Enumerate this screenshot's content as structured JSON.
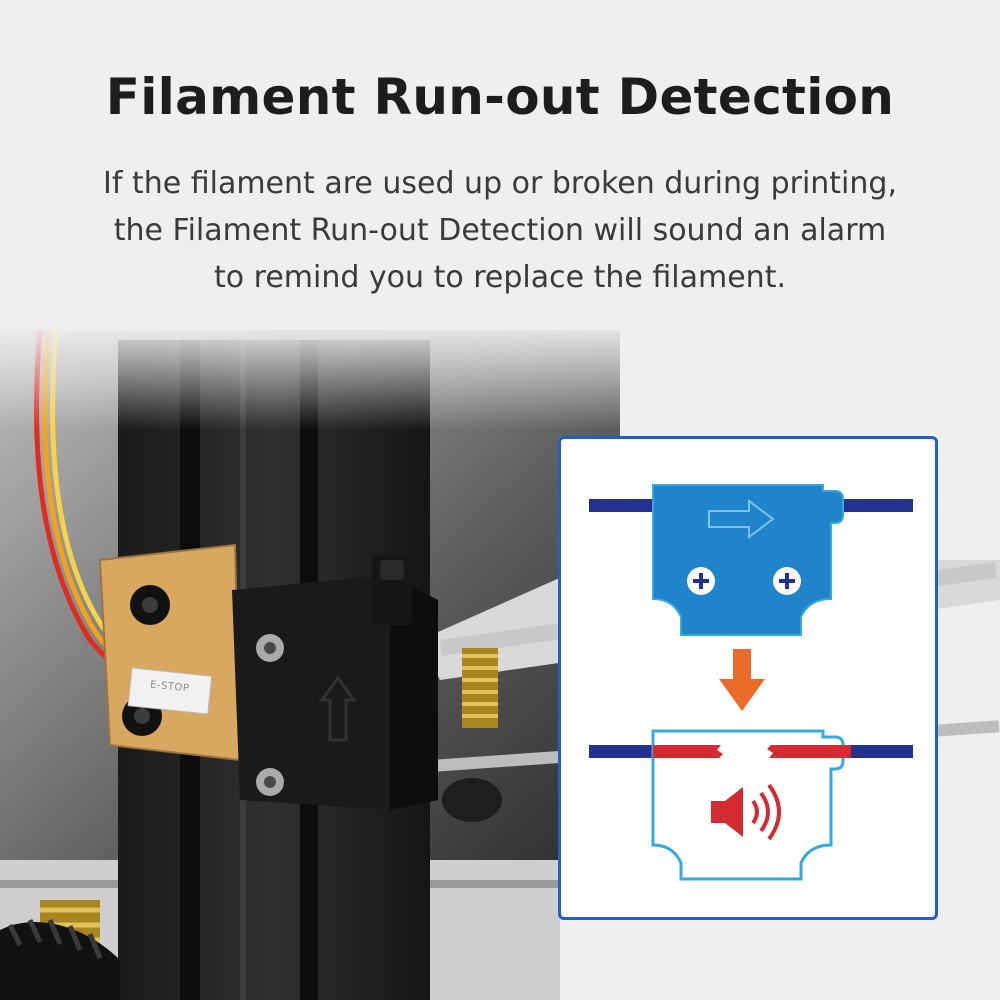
{
  "header": {
    "title": "Filament Run-out Detection",
    "description_lines": [
      "If the filament are used up or broken during printing,",
      "the Filament Run-out Detection will sound an alarm",
      "to remind you to replace the filament."
    ]
  },
  "photo": {
    "connector_label": "E-STOP"
  },
  "diagram": {
    "colors": {
      "frame_border": "#2060c8",
      "filament_blue": "#25318f",
      "filament_red": "#d42a32",
      "sensor_fill": "#1f84c9",
      "sensor_outline": "#38a9e0",
      "arrow_orange": "#ec6a2a",
      "alarm_red": "#d42a32"
    },
    "icons": [
      "direction-arrow-icon",
      "screw-icon",
      "down-arrow-icon",
      "speaker-alarm-icon"
    ]
  }
}
